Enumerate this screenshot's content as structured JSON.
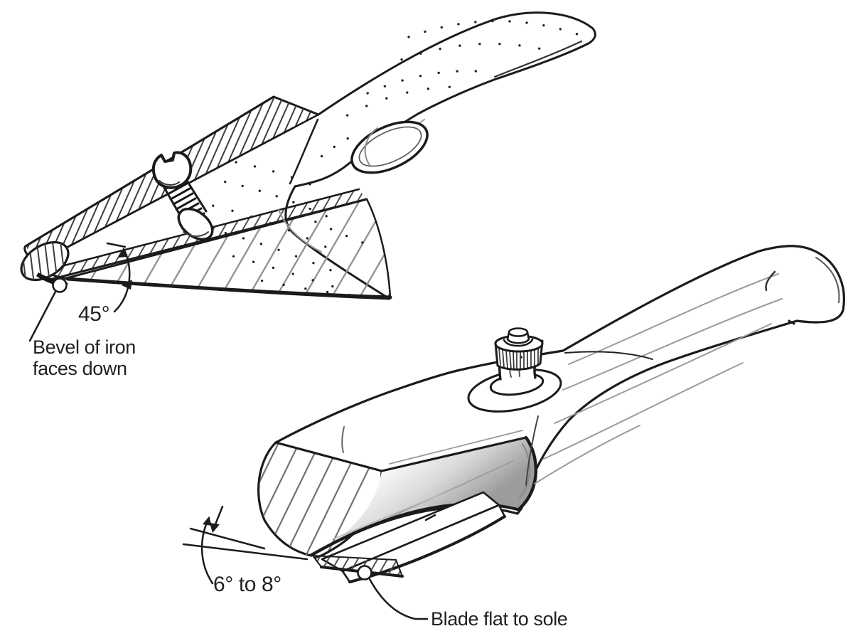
{
  "figure": {
    "type": "technical-illustration",
    "subject": "Spokeshave blade setup diagram: wooden spokeshave with bevel-down iron bedded at 45 degrees (top) and metal-body spokeshave with blade flat to sole at 6 to 8 degrees clearance (bottom)",
    "ink_color": "#231f20",
    "hatch_gray": "#8f8f8f",
    "grain_gray": "#9b9b9b",
    "background": "#ffffff",
    "annotations": {
      "bed_angle": "45°",
      "bevel_note_line1": "Bevel of iron",
      "bevel_note_line2": "faces down",
      "clearance_angle": "6° to 8°",
      "blade_note": "Blade flat to sole"
    }
  }
}
